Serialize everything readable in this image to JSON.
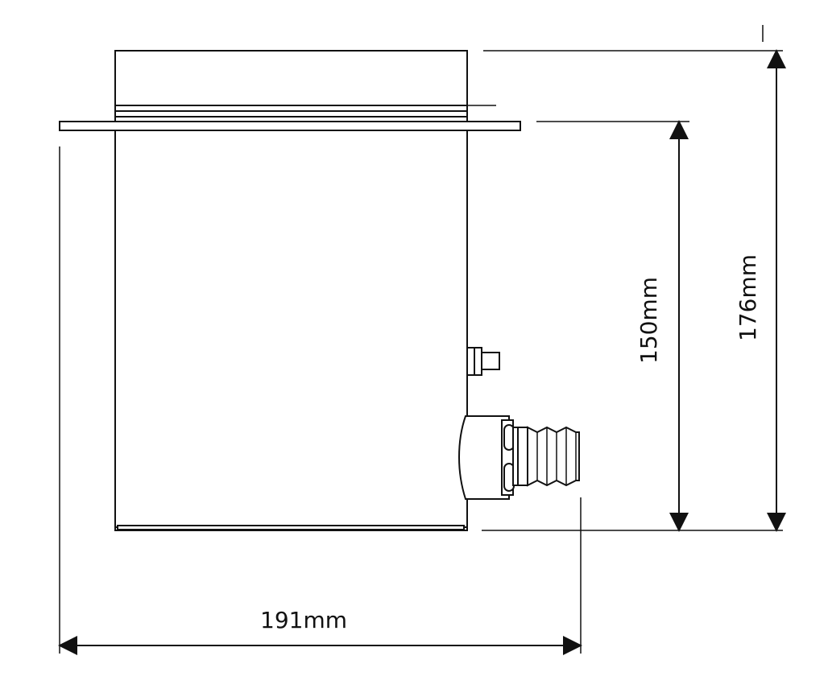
{
  "dimensions": {
    "height_total": "176mm",
    "height_body": "150mm",
    "width_total": "191mm"
  }
}
